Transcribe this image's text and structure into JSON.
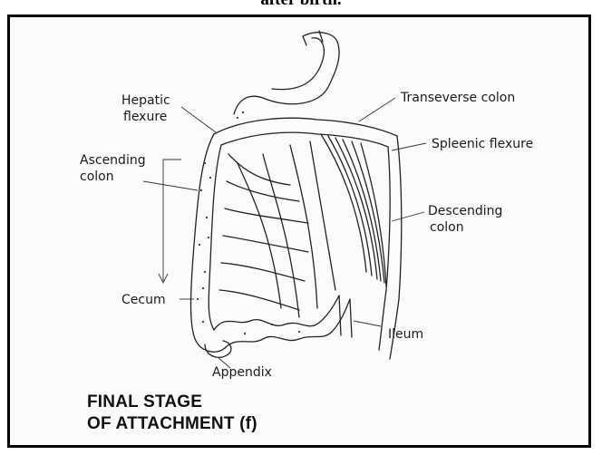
{
  "header": {
    "caption": "after birth."
  },
  "labels": {
    "hepatic_line1": "Hepatic",
    "hepatic_line2": "flexure",
    "transverse": "Transeverse colon",
    "splenic": "Spleenic flexure",
    "ascending_line1": "Ascending",
    "ascending_line2": "colon",
    "descending_line1": "Descending",
    "descending_line2": "colon",
    "cecum": "Cecum",
    "ileum": "Ileum",
    "appendix": "Appendix"
  },
  "title": {
    "line1": "FINAL STAGE",
    "line2": "OF ATTACHMENT (f)"
  }
}
